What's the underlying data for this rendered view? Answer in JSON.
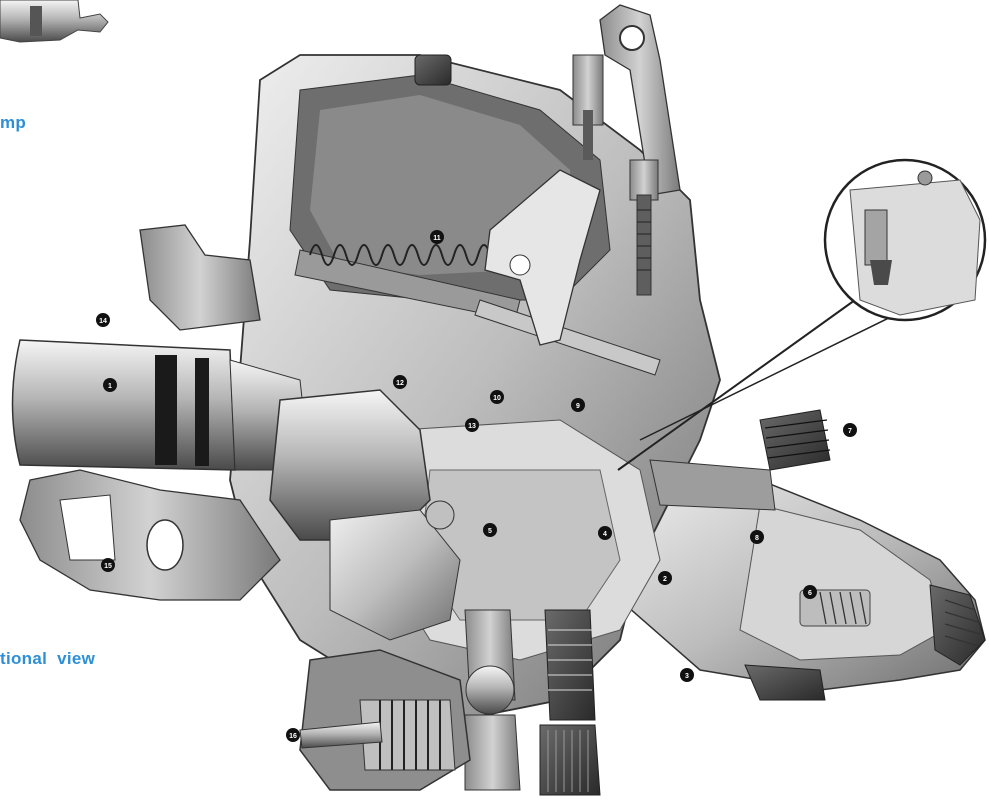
{
  "captions": {
    "top": "mp",
    "bottom": "tional view"
  },
  "callouts": [
    "1",
    "2",
    "3",
    "4",
    "5",
    "6",
    "7",
    "8",
    "9",
    "10",
    "11",
    "12",
    "13",
    "14",
    "15",
    "16"
  ],
  "colors": {
    "caption": "#2e8fd6",
    "callout": "#111111",
    "metal_light": "#d9d9d9",
    "metal_mid": "#9a9a9a",
    "metal_dark": "#3a3a3a"
  }
}
